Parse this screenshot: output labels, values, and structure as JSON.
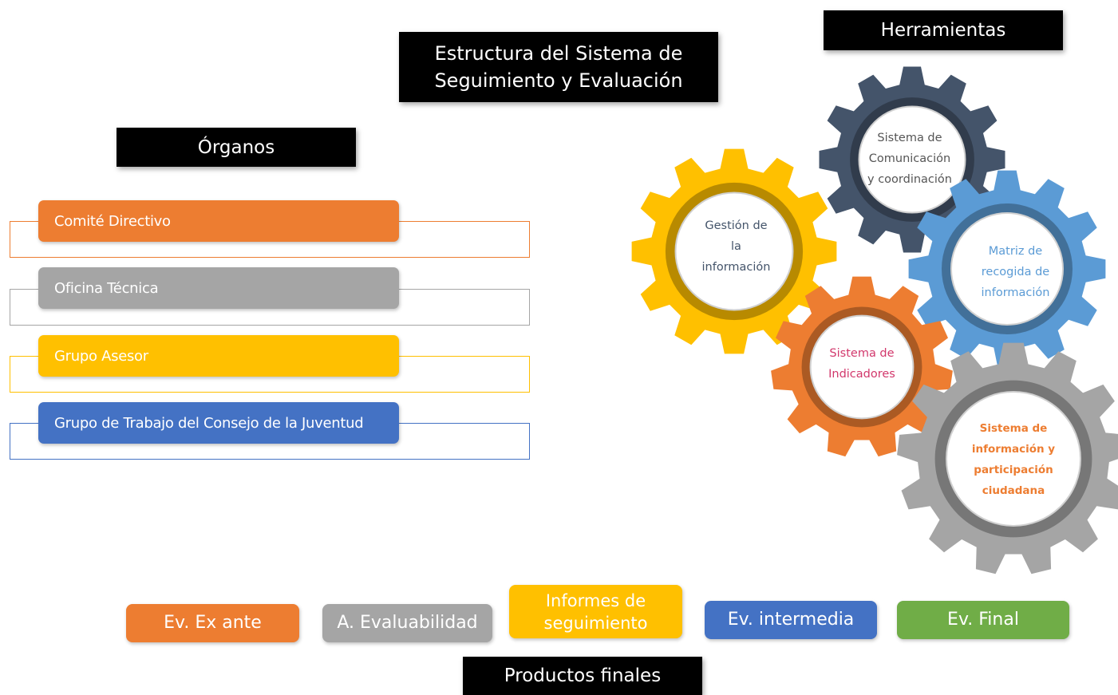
{
  "title": "Estructura del Sistema de\nSeguimiento y Evaluación",
  "organos": {
    "title": "Órganos",
    "items": [
      {
        "label": "Comité Directivo",
        "color": "#ED7D31"
      },
      {
        "label": "Oficina Técnica",
        "color": "#A5A5A5"
      },
      {
        "label": "Grupo Asesor",
        "color": "#FFC000"
      },
      {
        "label": "Grupo de Trabajo del Consejo de la Juventud",
        "color": "#4472C4"
      }
    ]
  },
  "herramientas": {
    "title": "Herramientas",
    "gears": [
      {
        "label": "Sistema de\nComunicación\ny coordinación",
        "color": "#44546A",
        "text_color": "#555555",
        "icon": "gear-icon"
      },
      {
        "label": "Gestión de\nla\ninformación",
        "color": "#FFC000",
        "text_color": "#44546A",
        "icon": "gear-icon"
      },
      {
        "label": "Matriz de\nrecogida de\ninformación",
        "color": "#5B9BD5",
        "text_color": "#5B9BD5",
        "icon": "gear-icon"
      },
      {
        "label": "Sistema de\nIndicadores",
        "color": "#ED7D31",
        "text_color": "#D2386C",
        "icon": "gear-icon"
      },
      {
        "label": "Sistema de\ninformación y\nparticipación\nciudadana",
        "color": "#A5A5A5",
        "text_color": "#ED7D31",
        "icon": "gear-icon"
      }
    ]
  },
  "productos": {
    "title": "Productos finales",
    "items": [
      {
        "label": "Ev. Ex ante",
        "color": "#ED7D31"
      },
      {
        "label": "A. Evaluabilidad",
        "color": "#A5A5A5"
      },
      {
        "label": "Informes de\nseguimiento",
        "color": "#FFC000"
      },
      {
        "label": "Ev. intermedia",
        "color": "#4472C4"
      },
      {
        "label": "Ev. Final",
        "color": "#70AD47"
      }
    ]
  }
}
